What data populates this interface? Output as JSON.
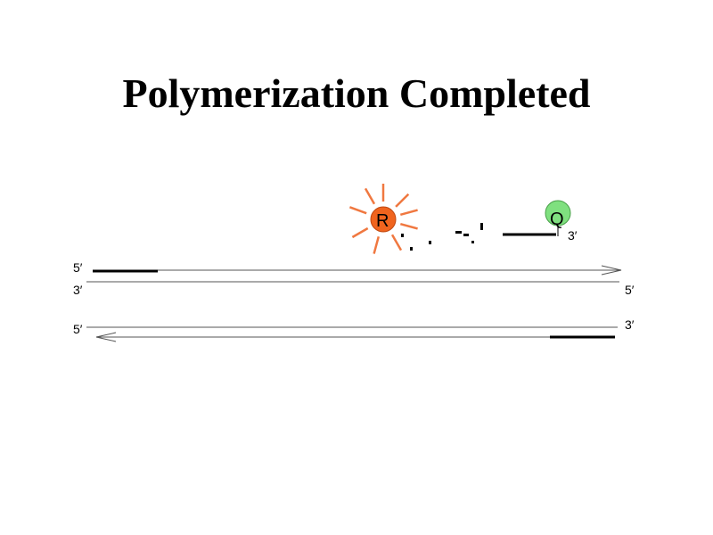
{
  "title": "Polymerization Completed",
  "reporter": {
    "label": "R",
    "color": "#f0641e",
    "ray_color": "#f07840"
  },
  "quencher": {
    "label": "Q",
    "color": "#7fe07f"
  },
  "probe_end_label": "3′",
  "strand_top": {
    "left_label": "5′",
    "right_label": "5′",
    "complement_left_label": "3′"
  },
  "strand_bottom": {
    "left_label": "5′",
    "right_label": "3′"
  }
}
